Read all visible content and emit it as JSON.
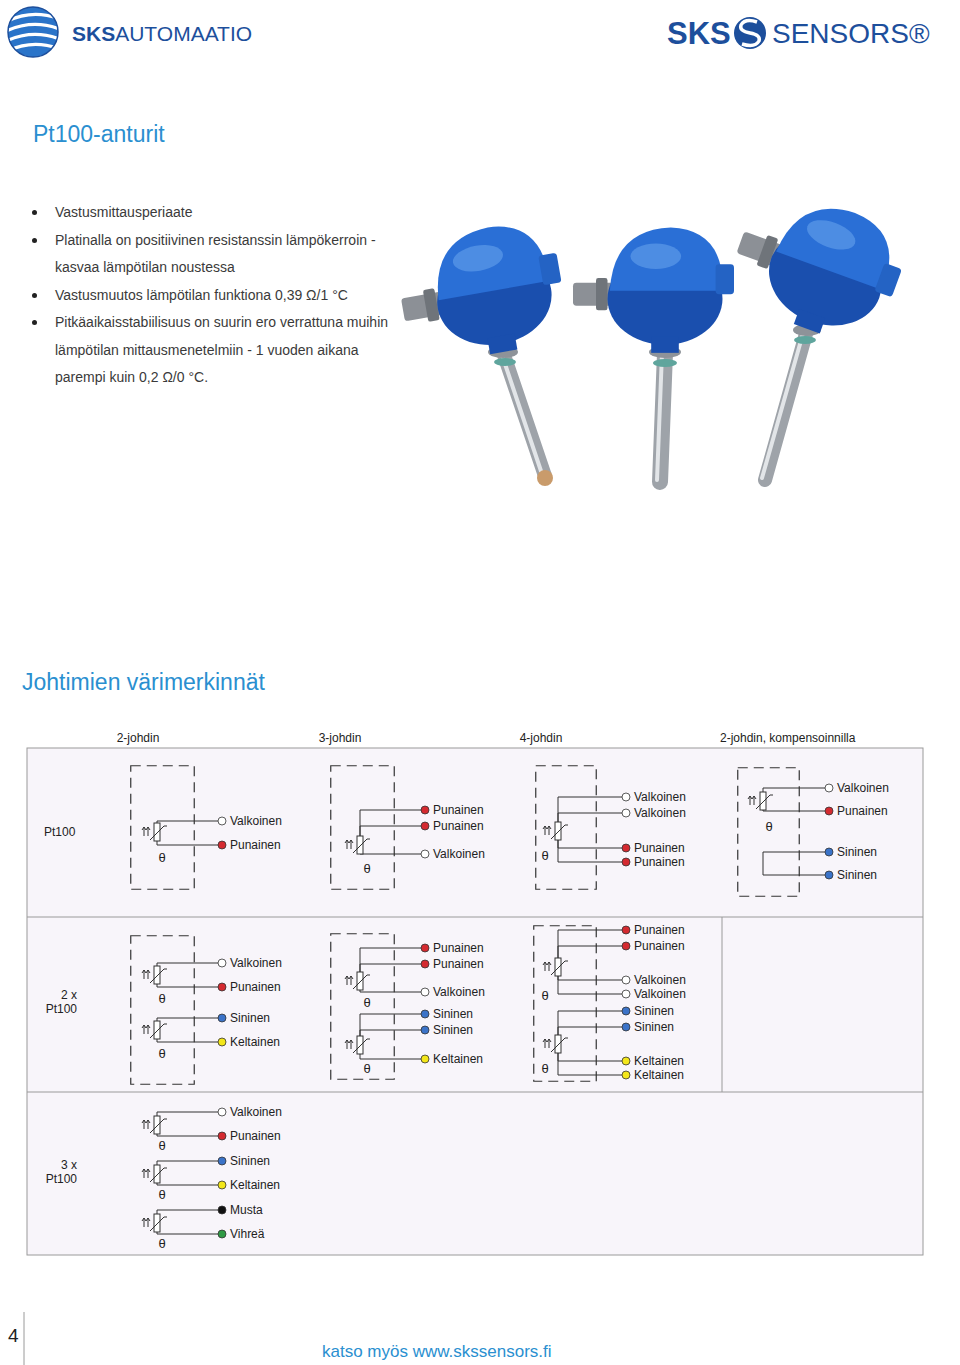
{
  "diagram": {
    "title": "Pt100-anturit",
    "nodes": [
      {
        "text": [
          "θ"
        ]
      },
      {
        "text": [
          "θ"
        ]
      },
      {
        "text": [
          "θ"
        ]
      },
      {
        "text": [
          "θ"
        ]
      },
      {
        "text": [
          "θ",
          "θ"
        ]
      },
      {
        "text": [
          "θ",
          "θ"
        ]
      },
      {
        "text": [
          "θ",
          "θ"
        ]
      }
    ],
    "labels": [
      "SKS",
      "AUTOMAATIO",
      "SKS",
      "SENSORS®",
      "Vastusmittausperiaate",
      "Platinalla on positiivinen resistanssin lämpökerroin - kasvaa lämpötilan noustessa",
      "Vastusmuutos lämpötilan funktiona 0,39 Ω/1 °C",
      "Pitkäaikaisstabiilisuus on suurin ero verrattuna muihin lämpötilan mittausmenetelmiin - 1 vuoden aikana parempi kuin 0,2 Ω/0 °C.",
      "Johtimien värimerkinnät",
      "2-johdin",
      "3-johdin",
      "4-johdin",
      "2-johdin, kompensoinnilla",
      "Pt100",
      "Valkoinen",
      "Punainen",
      "Punainen",
      "Punainen",
      "Valkoinen",
      "Valkoinen",
      "Valkoinen",
      "Punainen",
      "Punainen",
      "Valkoinen",
      "Punainen",
      "Sininen",
      "Sininen",
      "2 x Pt100",
      "Valkoinen",
      "Punainen",
      "Sininen",
      "Keltainen",
      "Punainen",
      "Punainen",
      "Valkoinen",
      "Sininen",
      "Sininen",
      "Keltainen",
      "Punainen",
      "Punainen",
      "Valkoinen",
      "Valkoinen",
      "Sininen",
      "Sininen",
      "Keltainen",
      "Keltainen",
      "3 x Pt100",
      "Valkoinen",
      "Punainen",
      "Sininen",
      "Keltainen",
      "Musta",
      "Vihreä",
      "θ",
      "θ",
      "θ",
      "4",
      "katso myös www.skssensors.fi"
    ]
  }
}
